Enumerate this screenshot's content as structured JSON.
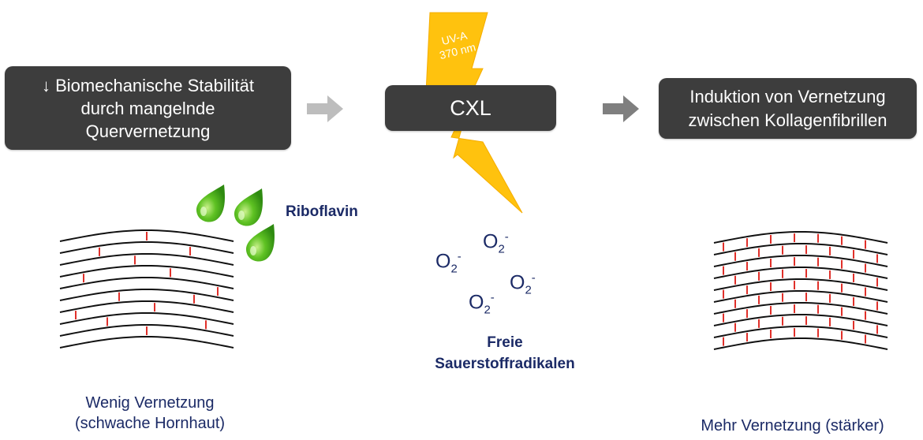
{
  "boxes": {
    "left": {
      "line1": "↓ Biomechanische Stabilität",
      "line2": "durch mangelnde",
      "line3": "Quervernetzung"
    },
    "center": {
      "label": "CXL"
    },
    "right": {
      "line1": "Induktion von Vernetzung",
      "line2": "zwischen Kollagenfibrillen"
    }
  },
  "uv": {
    "line1": "UV-A",
    "line2": "370 nm"
  },
  "riboflavin": {
    "label": "Riboflavin"
  },
  "radicals": {
    "symbol": "O",
    "subscript": "2",
    "superscript": "-",
    "caption_line1": "Freie",
    "caption_line2": "Sauerstoffradikalen"
  },
  "captions": {
    "left_line1": "Wenig Vernetzung",
    "left_line2": "(schwache Hornhaut)",
    "right": "Mehr Vernetzung (stärker)"
  },
  "colors": {
    "box": "#3d3d3d",
    "text_navy": "#1b2a66",
    "lightning": "#ffc20e",
    "arrow_left": "#bdbdbd",
    "arrow_right": "#7f7f7f",
    "crosslink": "#e0302a",
    "droplet": "#4fb81e"
  }
}
